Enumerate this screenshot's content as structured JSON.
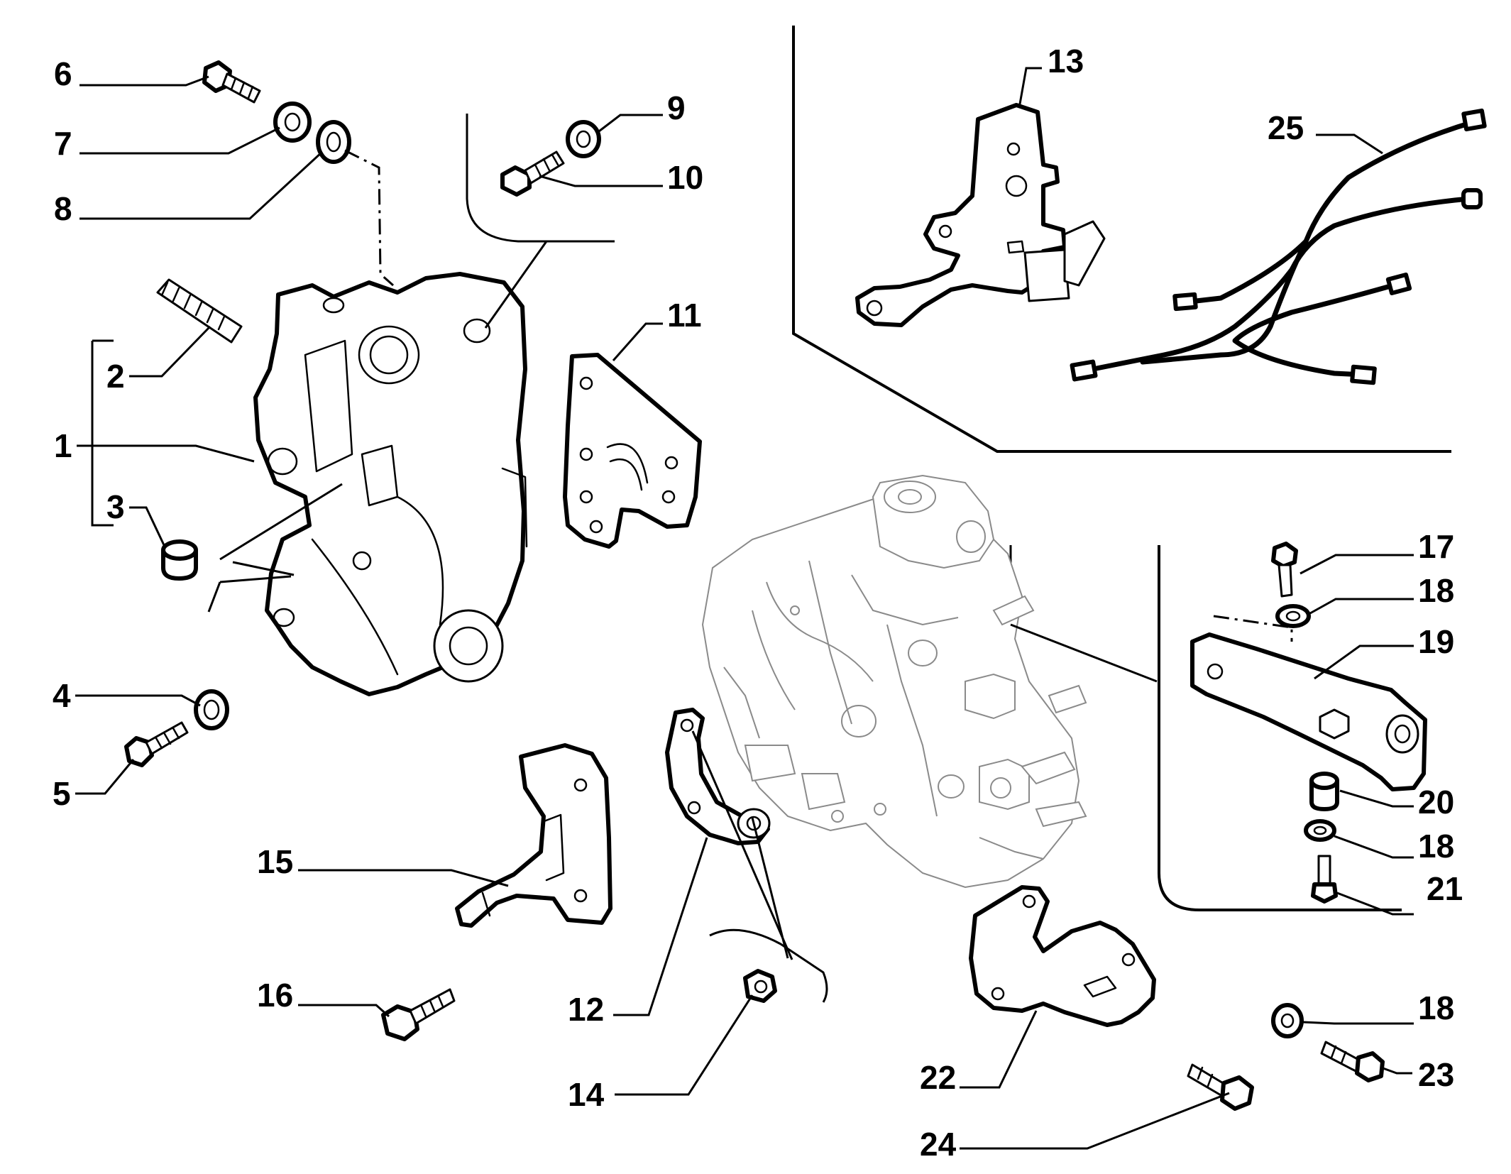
{
  "callouts": {
    "c1": "1",
    "c2": "2",
    "c3": "3",
    "c4": "4",
    "c5": "5",
    "c6": "6",
    "c7": "7",
    "c8": "8",
    "c9": "9",
    "c10": "10",
    "c11": "11",
    "c12": "12",
    "c13": "13",
    "c14": "14",
    "c15": "15",
    "c16": "16",
    "c17": "17",
    "c18a": "18",
    "c18b": "18",
    "c18c": "18",
    "c19": "19",
    "c20": "20",
    "c21": "21",
    "c22": "22",
    "c23": "23",
    "c24": "24",
    "c25": "25"
  },
  "colors": {
    "line": "#000000",
    "ghost_pump": "#8a8a8a",
    "background": "#ffffff"
  }
}
